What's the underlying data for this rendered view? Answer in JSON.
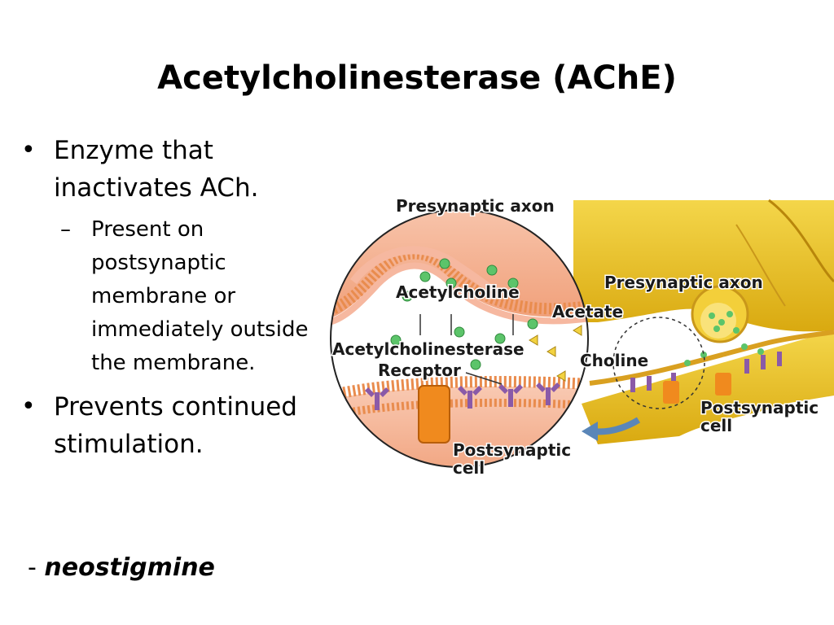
{
  "slide": {
    "title": "Acetylcholinesterase (AChE)",
    "bullets": [
      {
        "text": "Enzyme that inactivates ACh.",
        "sub": "Present on postsynaptic membrane or immediately outside the membrane."
      },
      {
        "text": "Prevents continued stimulation."
      }
    ],
    "drug": {
      "prefix": "- ",
      "name": "neostigmine"
    }
  },
  "figure": {
    "labels": {
      "presynaptic_axon_top": "Presynaptic axon",
      "presynaptic_axon_right": "Presynaptic axon",
      "acetylcholine": "Acetylcholine",
      "acetate": "Acetate",
      "acetylcholinesterase": "Acetylcholinesterase",
      "choline": "Choline",
      "receptor": "Receptor",
      "postsynaptic_cell_bottom": "Postsynaptic cell",
      "postsynaptic_cell_right": "Postsynaptic cell"
    },
    "colors": {
      "axon_yellow": "#e8c21a",
      "membrane_pink": "#f6b8a0",
      "membrane_orange": "#e98c4e",
      "vesicle_green": "#5cc46a",
      "receptor_purple": "#8a5aa8",
      "enzyme_orange": "#f08a1e",
      "arrow_blue": "#5a86b8"
    }
  }
}
